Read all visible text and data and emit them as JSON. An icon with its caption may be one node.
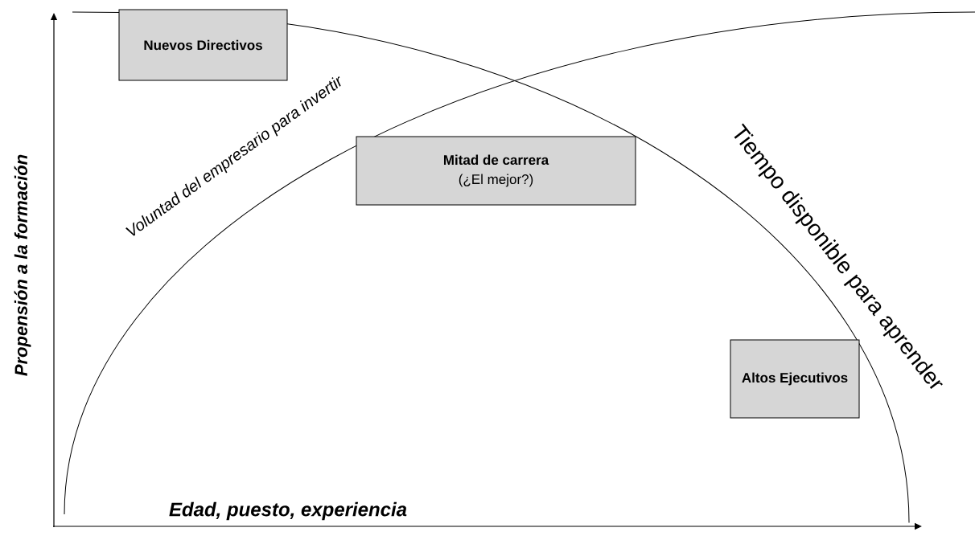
{
  "diagram": {
    "nodes": [
      {
        "text": [
          "Nuevos Directivos"
        ]
      },
      {
        "text": [
          "Mitad de carrera",
          "(¿El mejor?)"
        ]
      },
      {
        "text": [
          "Altos Ejecutivos"
        ]
      }
    ],
    "labels": [
      "Propensión a la formación",
      "Voluntad del empresario para invertir",
      "Tiempo disponible para aprender",
      "Edad, puesto, experiencia"
    ]
  }
}
